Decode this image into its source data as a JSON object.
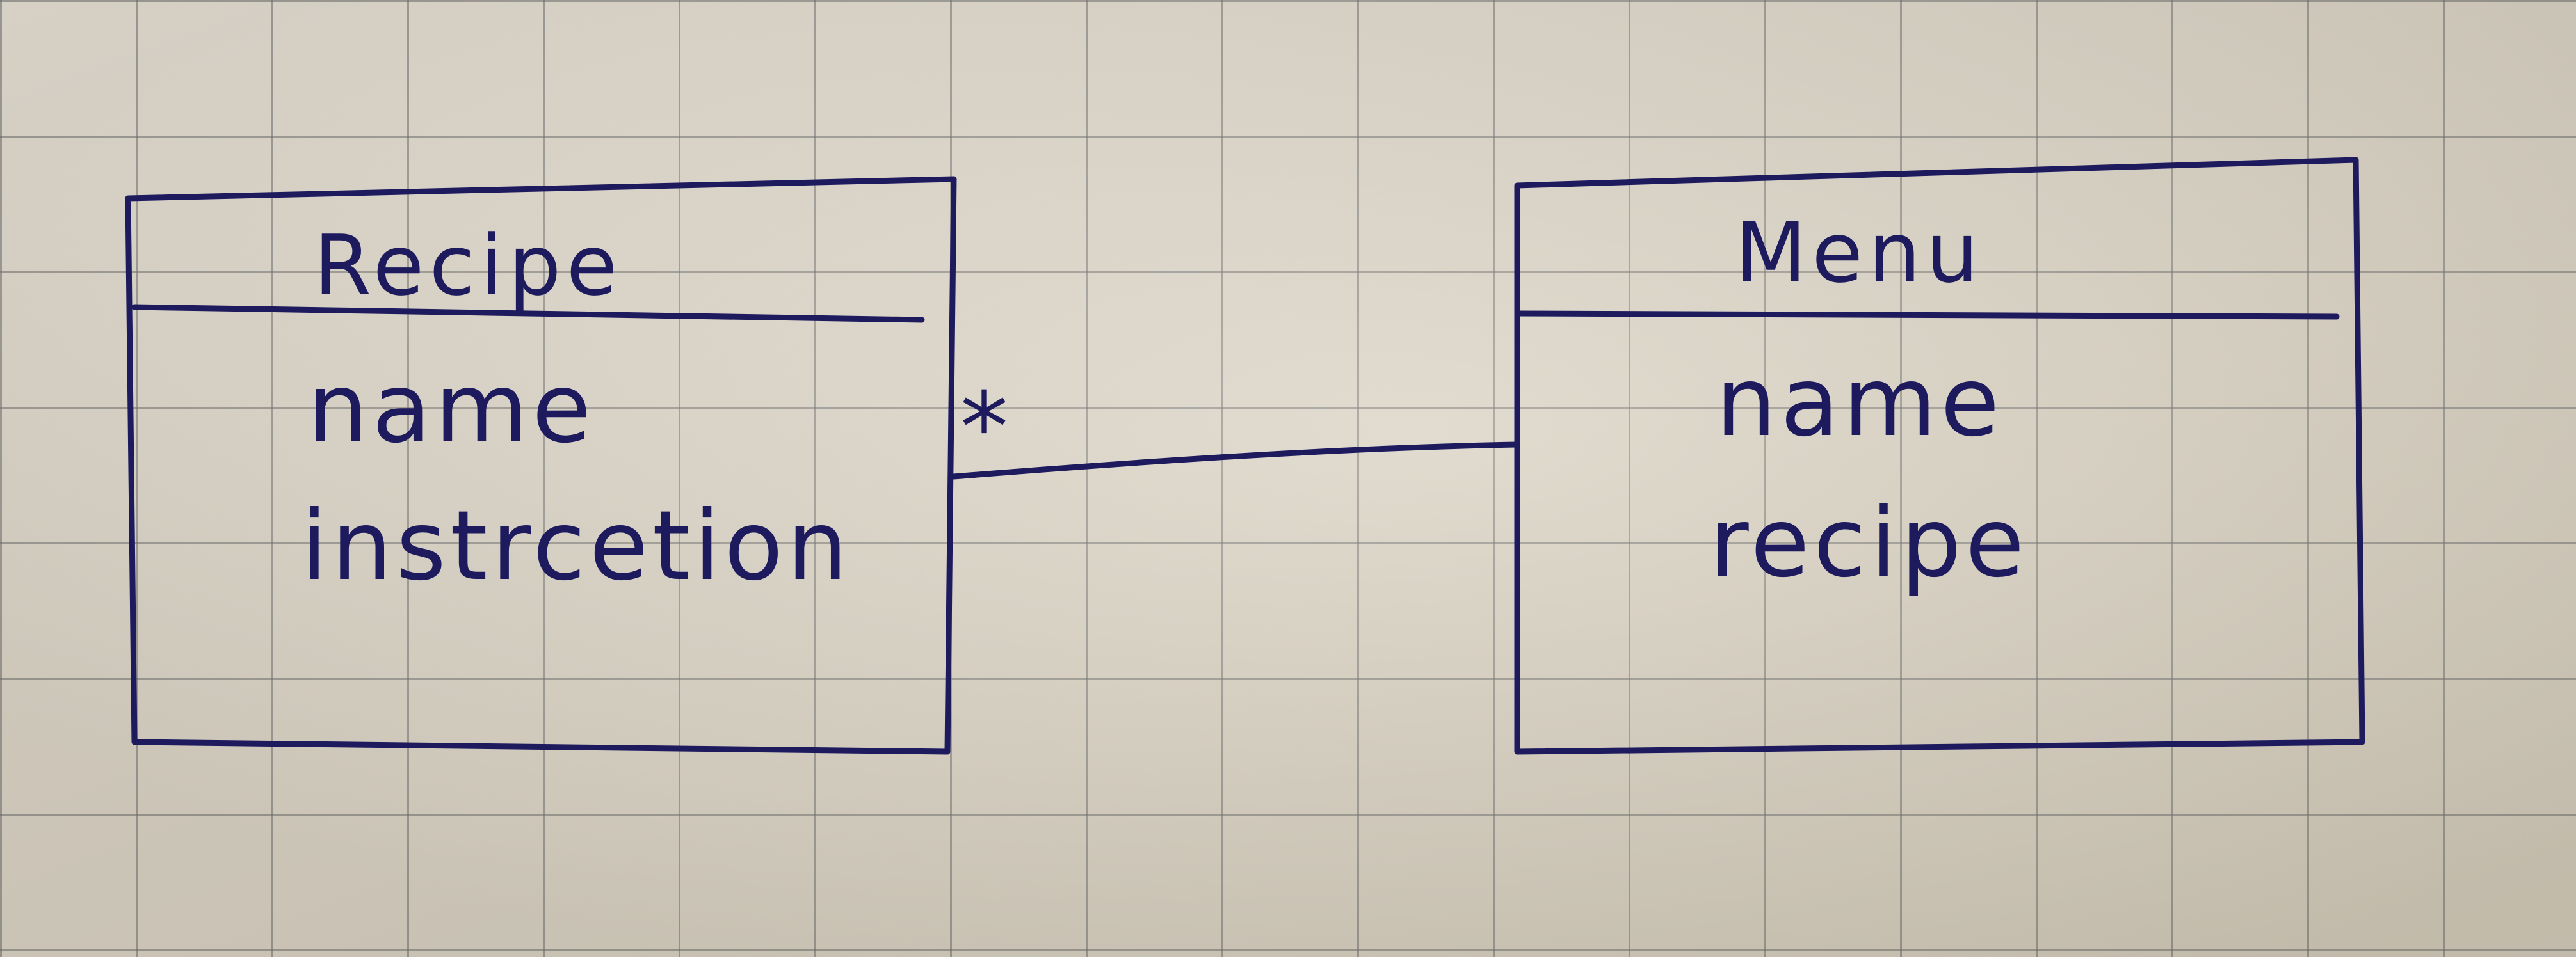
{
  "diagram": {
    "classes": [
      {
        "id": "recipe",
        "title": "Recipe",
        "attributes": [
          "name",
          "instrcetion"
        ]
      },
      {
        "id": "menu",
        "title": "Menu",
        "attributes": [
          "name",
          "recipe"
        ]
      }
    ],
    "association": {
      "from": "recipe",
      "to": "menu",
      "multiplicity_recipe_end": "*"
    },
    "ink_color": "#1d1a5e",
    "background": "grid paper"
  }
}
